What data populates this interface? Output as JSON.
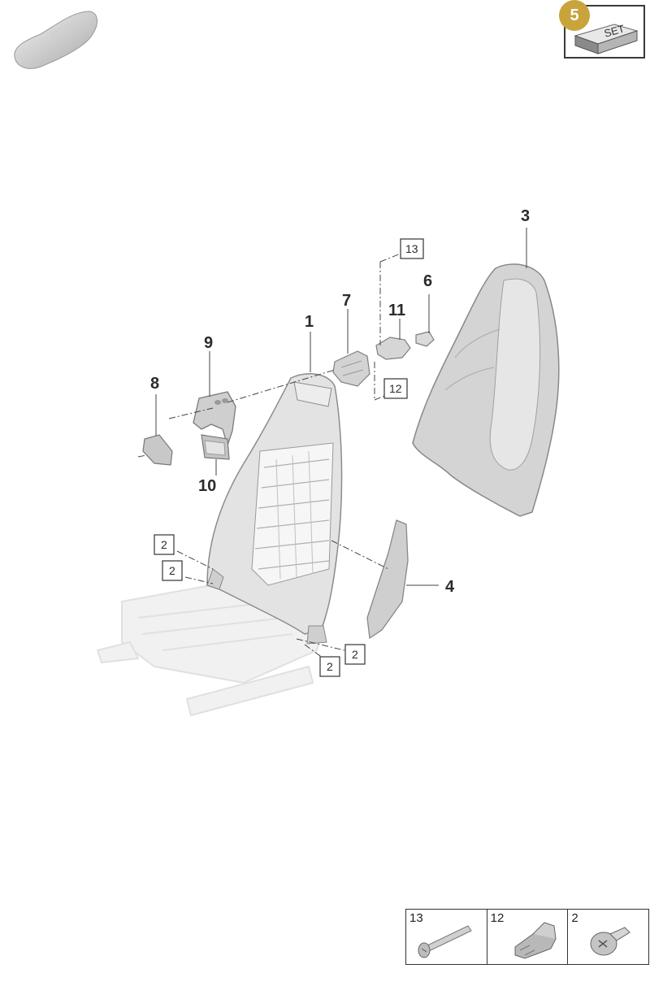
{
  "set_badge": {
    "number": "5",
    "label": "SET"
  },
  "callouts": {
    "c1": "1",
    "c3": "3",
    "c4": "4",
    "c6": "6",
    "c7": "7",
    "c8": "8",
    "c9": "9",
    "c10": "10",
    "c11": "11"
  },
  "boxed_refs": {
    "b13": "13",
    "b12": "12",
    "b2a": "2",
    "b2b": "2",
    "b2c": "2",
    "b2d": "2"
  },
  "parts_table": [
    {
      "number": "13",
      "icon": "bolt-icon"
    },
    {
      "number": "12",
      "icon": "clip-icon"
    },
    {
      "number": "2",
      "icon": "screw-icon"
    }
  ],
  "colors": {
    "badge": "#c9a43c",
    "part_fill": "#d6d6d6",
    "part_stroke": "#8a8a8a",
    "ghost": "#ececec"
  }
}
